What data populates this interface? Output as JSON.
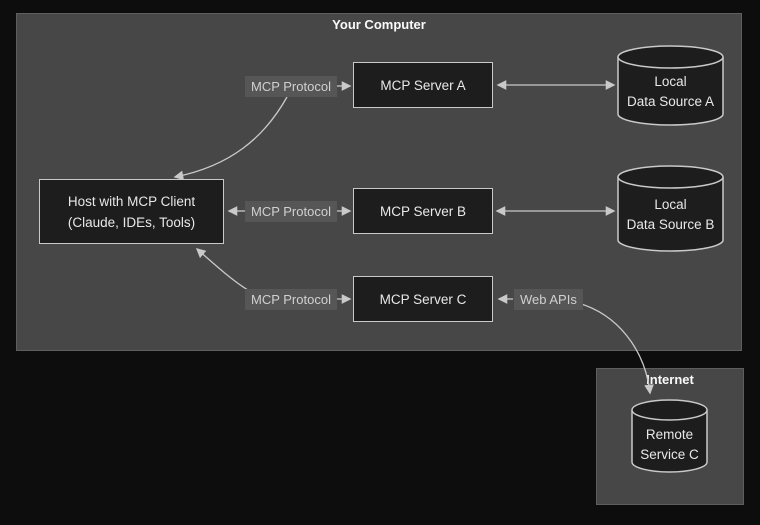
{
  "colors": {
    "canvas_bg": "#0d0d0d",
    "container_bg": "#474747",
    "container_border": "#5e5e5e",
    "node_bg": "#1d1d1d",
    "stroke": "#c9c9c9",
    "label_bg": "#565656",
    "label_text": "#d0d0d0",
    "node_text": "#e8e8e8",
    "title_text": "#fafafa"
  },
  "your_computer": {
    "title": "Your Computer"
  },
  "internet": {
    "title": "Internet"
  },
  "host": {
    "line1": "Host with MCP Client",
    "line2": "(Claude, IDEs, Tools)"
  },
  "servers": [
    {
      "label": "MCP Server A"
    },
    {
      "label": "MCP Server B"
    },
    {
      "label": "MCP Server C"
    }
  ],
  "edge_labels": {
    "protocol_a": "MCP Protocol",
    "protocol_b": "MCP Protocol",
    "protocol_c": "MCP Protocol",
    "web_apis": "Web APIs"
  },
  "data_sources": {
    "a": {
      "line1": "Local",
      "line2": "Data Source A"
    },
    "b": {
      "line1": "Local",
      "line2": "Data Source B"
    },
    "c": {
      "line1": "Remote",
      "line2": "Service C"
    }
  }
}
